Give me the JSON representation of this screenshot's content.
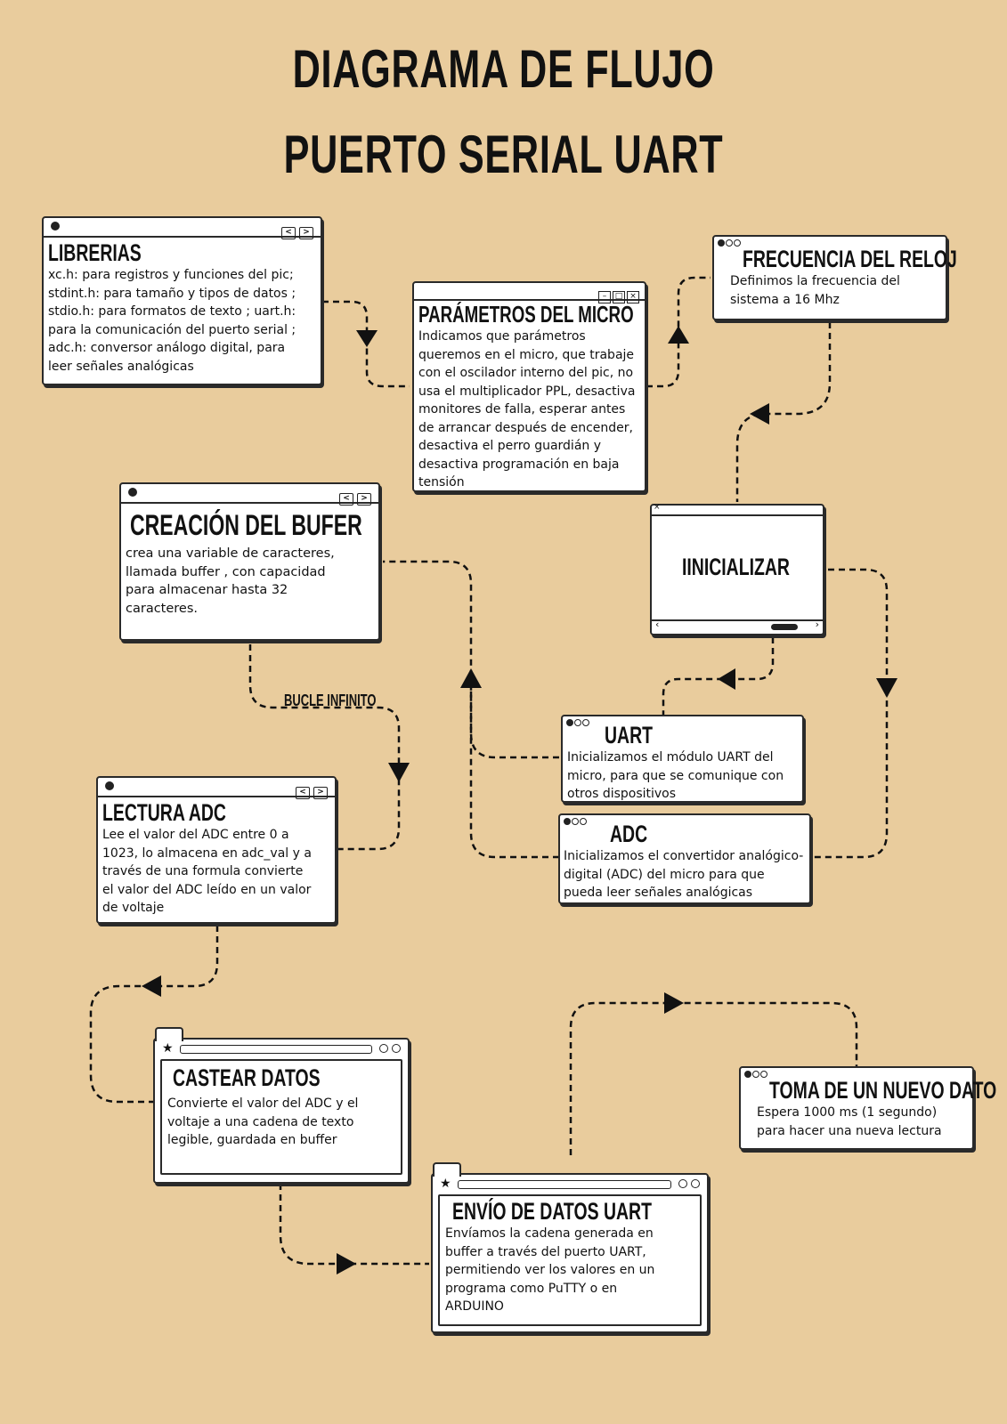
{
  "title_line1": "DIAGRAMA DE FLUJO",
  "title_line2": "PUERTO SERIAL UART",
  "librerias": {
    "title": "LIBRERIAS",
    "lines": [
      "xc.h: para registros y funciones del pic;",
      "stdint.h: para tamaño y tipos de datos ;",
      "stdio.h: para formatos de texto ; uart.h:",
      "para la comunicación del puerto serial ;",
      "adc.h: conversor análogo digital, para",
      "leer señales analógicas"
    ]
  },
  "parametros": {
    "title": "PARÁMETROS DEL MICRO",
    "lines": [
      "Indicamos que parámetros",
      "queremos en el micro, que trabaje",
      "con el oscilador interno del pic, no",
      "usa el multiplicador PPL, desactiva",
      "monitores de falla, esperar antes",
      "de arrancar después de encender,",
      "desactiva el perro guardián y",
      "desactiva programación en baja",
      "tensión"
    ]
  },
  "frecuencia": {
    "title": "FRECUENCIA DEL RELOJ",
    "lines": [
      "Definimos la frecuencia del",
      "sistema a 16 Mhz"
    ]
  },
  "inicializar": {
    "title": "IINICIALIZAR"
  },
  "bufer": {
    "title": "CREACIÓN DEL BUFER",
    "lines": [
      "crea una variable de caracteres,",
      "llamada buffer , con capacidad",
      "para almacenar hasta 32",
      "caracteres."
    ]
  },
  "uart": {
    "title": "UART",
    "lines": [
      "Inicializamos el módulo UART del",
      "micro, para que se comunique con",
      "otros dispositivos"
    ]
  },
  "adc": {
    "title": "ADC",
    "lines": [
      "Inicializamos el convertidor analógico-",
      "digital (ADC) del micro para que",
      "pueda leer señales analógicas"
    ]
  },
  "lectura": {
    "title": "LECTURA ADC",
    "lines": [
      "Lee el valor del ADC entre 0 a",
      "1023, lo almacena en adc_val y a",
      "través de una formula convierte",
      "el valor del ADC leído en un valor",
      "de voltaje"
    ]
  },
  "bucle_label": "BUCLE INFINITO",
  "castear": {
    "title": "CASTEAR DATOS",
    "lines": [
      "Convierte el valor del ADC y el",
      "voltaje a una cadena de texto",
      "legible, guardada en buffer"
    ]
  },
  "envio": {
    "title": "ENVÍO DE DATOS UART",
    "lines": [
      "Envíamos la cadena generada en",
      "buffer a través del puerto UART,",
      "permitiendo ver los valores en un",
      "programa como PuTTY o en",
      "ARDUINO"
    ]
  },
  "toma": {
    "title": "TOMA DE UN NUEVO DATO",
    "lines": [
      "Espera 1000 ms (1 segundo)",
      "para hacer una nueva lectura"
    ]
  },
  "colors": {
    "background": "#E9CC9D",
    "ink": "#111111",
    "box": "#FFFFFF"
  }
}
